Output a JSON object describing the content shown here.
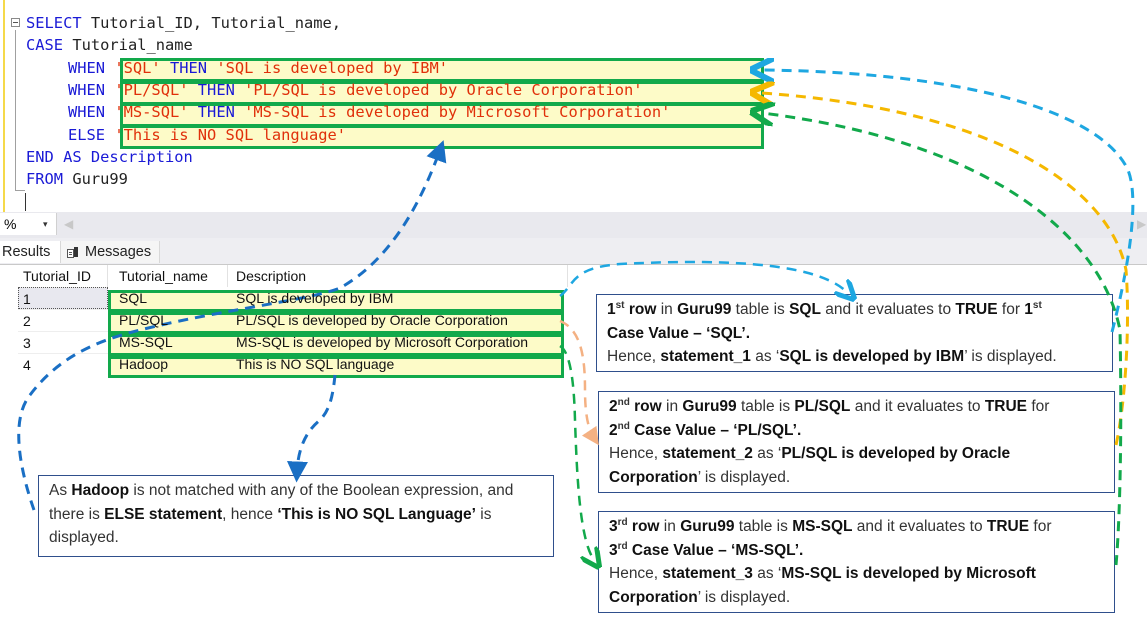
{
  "editor": {
    "lines": [
      {
        "kw1": "SELECT",
        "rest": " Tutorial_ID, Tutorial_name,"
      },
      {
        "kw1": "CASE",
        "rest": " Tutorial_name"
      },
      {
        "kw1": "WHEN",
        "cond": "'SQL'",
        "then": "THEN",
        "result": "'SQL is developed by IBM'"
      },
      {
        "kw1": "WHEN",
        "cond": "'PL/SQL'",
        "then": "THEN",
        "result": "'PL/SQL is developed by Oracle Corporation'"
      },
      {
        "kw1": "WHEN",
        "cond": "'MS-SQL'",
        "then": "THEN",
        "result": "'MS-SQL is developed by Microsoft Corporation'"
      },
      {
        "kw1": "ELSE",
        "result": "'This is NO SQL language'"
      },
      {
        "kw1": "END AS",
        "kw2": "Description"
      },
      {
        "kw1": "FROM",
        "rest": " Guru99"
      }
    ]
  },
  "toolbar": {
    "zoom_value": "%",
    "zoom_chevron": "▾",
    "scroll_left": "◀",
    "scroll_right": "▶"
  },
  "tabs": {
    "results": "Results",
    "messages": "Messages"
  },
  "grid": {
    "columns": [
      "Tutorial_ID",
      "Tutorial_name",
      "Description"
    ],
    "rows": [
      {
        "id": "1",
        "name": "SQL",
        "description": "SQL is developed by IBM"
      },
      {
        "id": "2",
        "name": "PL/SQL",
        "description": "PL/SQL is developed by Oracle Corporation"
      },
      {
        "id": "3",
        "name": "MS-SQL",
        "description": "MS-SQL is developed by Microsoft Corporation"
      },
      {
        "id": "4",
        "name": "Hadoop",
        "description": "This is NO SQL language"
      }
    ]
  },
  "callouts": {
    "row1": {
      "n": "1",
      "sup": "st",
      "row": " row",
      "in": " in ",
      "table": "Guru99",
      "t2": " table is ",
      "val": "SQL",
      "t3": " and it evaluates to ",
      "truth": "TRUE",
      "t4": " for ",
      "n2": "1",
      "sup2": "st",
      "case": " Case Value – ‘SQL’.",
      "hence": "Hence, ",
      "stmt": "statement_1",
      "as": " as ‘",
      "msg": "SQL is developed by IBM",
      "end": "’ is displayed."
    },
    "row2": {
      "n": "2",
      "sup": "nd",
      "row": " row",
      "in": " in ",
      "table": "Guru99",
      "t2": " table is ",
      "val": "PL/SQL",
      "t3": " and it evaluates to ",
      "truth": "TRUE",
      "t4": " for",
      "n2": "2",
      "sup2": "nd",
      "case": " Case Value – ‘PL/SQL’.",
      "hence": "Hence, ",
      "stmt": "statement_2",
      "as": " as ‘",
      "msg": "PL/SQL is developed by Oracle Corporation",
      "end": "’ is displayed."
    },
    "row3": {
      "n": "3",
      "sup": "rd",
      "row": " row",
      "in": " in ",
      "table": "Guru99",
      "t2": " table is ",
      "val": "MS-SQL",
      "t3": " and it evaluates to ",
      "truth": "TRUE",
      "t4": " for",
      "n2": "3",
      "sup2": "rd",
      "case": " Case Value – ‘MS-SQL’.",
      "hence": "Hence, ",
      "stmt": "statement_3",
      "as": " as ‘",
      "msg": "MS-SQL is developed by Microsoft Corporation",
      "end": "’ is displayed."
    },
    "else": {
      "t1": "As ",
      "b1": "Hadoop",
      "t2": " is not matched with any of the Boolean expression, and there is ",
      "b2": "ELSE statement",
      "t3": ", hence ",
      "b3": "‘This is NO SQL Language’",
      "t4": " is displayed."
    }
  },
  "colors": {
    "highlight_border": "#12a94b",
    "highlight_fill": "#fdfbc8",
    "arrow_row1": "#1ea7e1",
    "arrow_row2": "#f5b800",
    "arrow_row3": "#12a94b",
    "arrow_else": "#1a6fc4",
    "arrow_peach": "#f4b183",
    "callout_border": "#2f4f8c"
  }
}
